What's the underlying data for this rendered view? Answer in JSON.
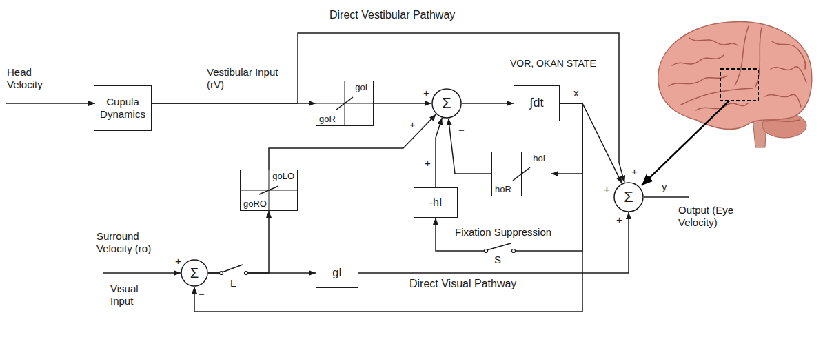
{
  "diagram": {
    "nodes": [
      {
        "text": [
          "Cupula Dynamics"
        ]
      },
      {
        "text": [
          "goL",
          "goR"
        ]
      },
      {
        "text": [
          "Σ"
        ]
      },
      {
        "text": [
          "∫dt"
        ]
      },
      {
        "text": [
          "hoL",
          "hoR"
        ]
      },
      {
        "text": [
          "goLO",
          "goRO"
        ]
      },
      {
        "text": [
          "-hI"
        ]
      },
      {
        "text": [
          "Σ"
        ]
      },
      {
        "text": [
          "Σ"
        ]
      },
      {
        "text": [
          "gI"
        ]
      }
    ],
    "edges": [
      {
        "from": 0,
        "to": 1,
        "arrow": "to"
      },
      {
        "from": 0,
        "to": 7,
        "arrow": "to"
      },
      {
        "from": 1,
        "to": 2,
        "arrow": "to"
      },
      {
        "from": 5,
        "to": 2,
        "arrow": "to"
      },
      {
        "from": 6,
        "to": 2,
        "arrow": "to"
      },
      {
        "from": 4,
        "to": 2,
        "arrow": "to"
      },
      {
        "from": 2,
        "to": 3,
        "arrow": "to"
      },
      {
        "from": 3,
        "to": 7,
        "arrow": "to"
      },
      {
        "from": 3,
        "to": 4,
        "arrow": "to"
      },
      {
        "from": 3,
        "to": 6,
        "arrow": "to"
      },
      {
        "from": 3,
        "to": 8,
        "arrow": "to"
      },
      {
        "from": 8,
        "to": 5,
        "arrow": "to"
      },
      {
        "from": 8,
        "to": 9,
        "arrow": "to"
      },
      {
        "from": 9,
        "to": 7,
        "arrow": "to"
      }
    ],
    "labels": [
      "Direct Vestibular Pathway",
      "Head Velocity",
      "Vestibular Input (rV)",
      "VOR, OKAN STATE",
      "x",
      "+",
      "+",
      "+",
      "−",
      "Fixation Suppression",
      "S",
      "+",
      "+",
      "+",
      "y",
      "Output (Eye Velocity)",
      "Surround Velocity (ro)",
      "+",
      "−",
      "L",
      "Visual Input",
      "Direct Visual Pathway"
    ]
  }
}
